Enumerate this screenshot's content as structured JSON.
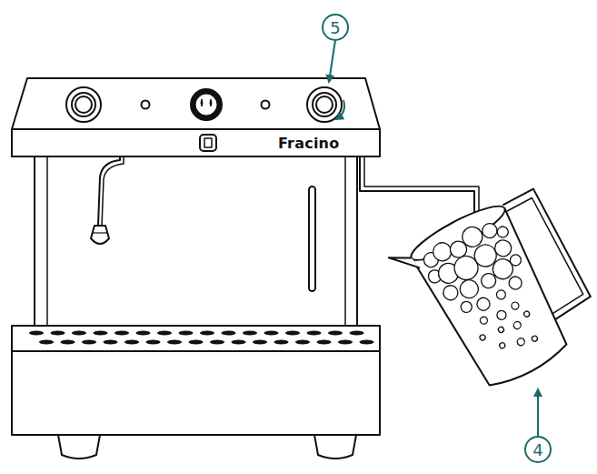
{
  "diagram": {
    "labels": [
      "5",
      "Fracino",
      "4"
    ]
  }
}
